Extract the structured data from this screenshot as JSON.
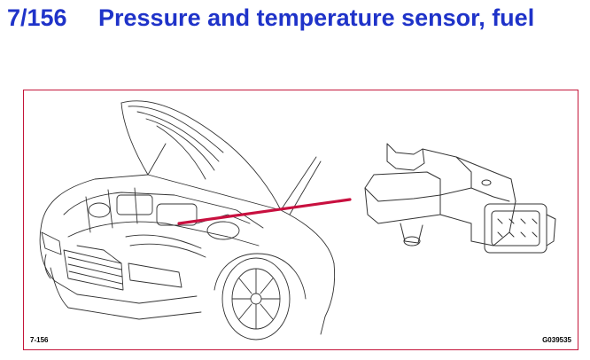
{
  "heading": {
    "number": "7/156",
    "title": "Pressure and temperature sensor, fuel"
  },
  "figure": {
    "label_left": "7-156",
    "label_right": "G039535",
    "pointer_color": "#c8103f",
    "frame_color": "#c4163a"
  },
  "colors": {
    "heading": "#1f33c9"
  }
}
